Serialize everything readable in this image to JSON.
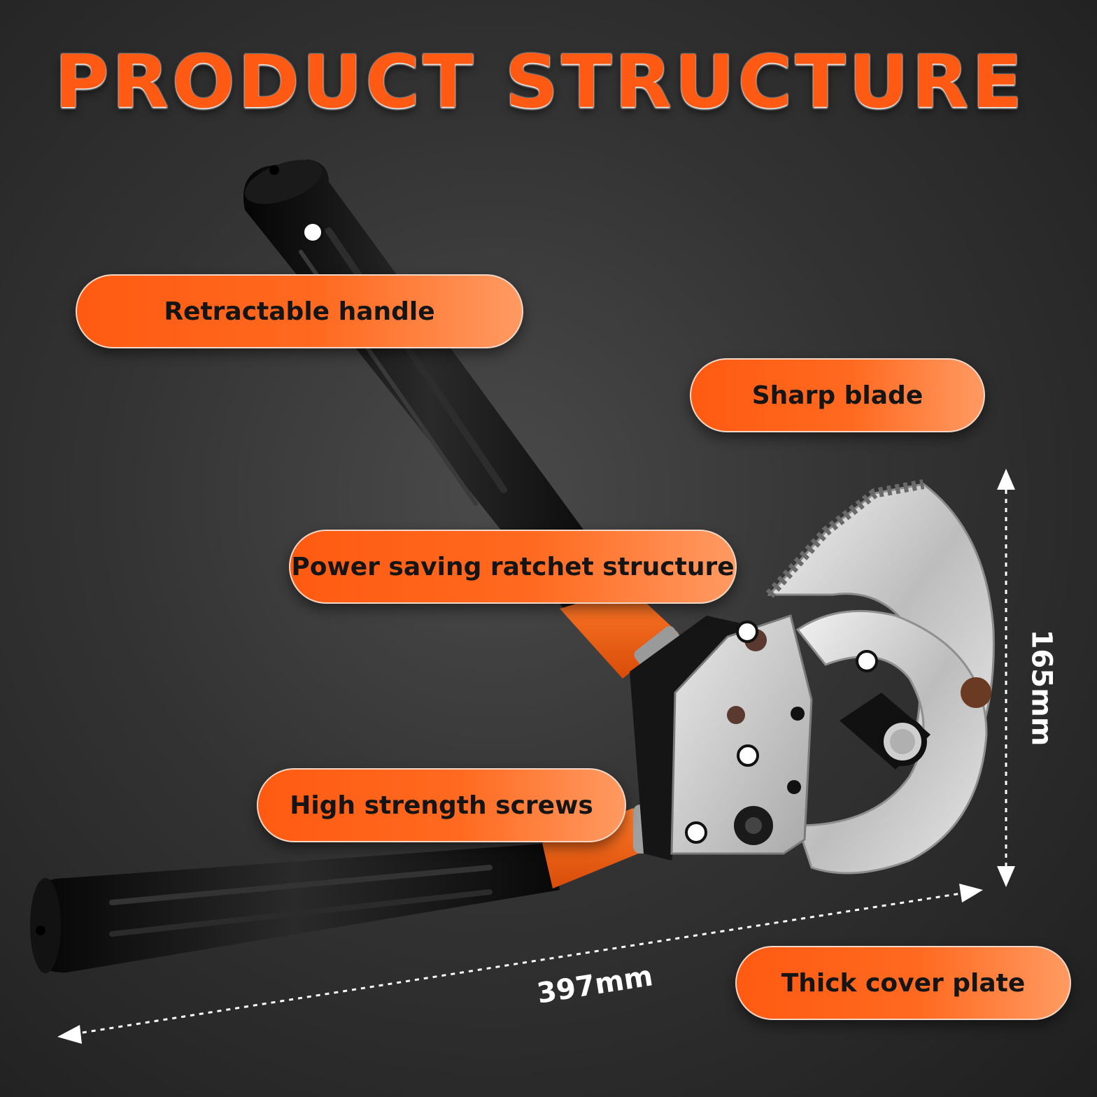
{
  "title": "PRODUCT STRUCTURE",
  "labels": {
    "retractable_handle": "Retractable handle",
    "sharp_blade": "Sharp blade",
    "ratchet": "Power saving ratchet structure",
    "screws": "High strength screws",
    "cover_plate": "Thick cover plate"
  },
  "dimensions": {
    "height": "165mm",
    "length": "397mm"
  },
  "colors": {
    "accent": "#ff5a14",
    "background": "#2e2e2e",
    "handle": "#111111",
    "blade": "#d9d9d9"
  },
  "icons": {
    "dimension_arrows": "double-arrow-icon",
    "hotspots": "white-dot-icon"
  }
}
